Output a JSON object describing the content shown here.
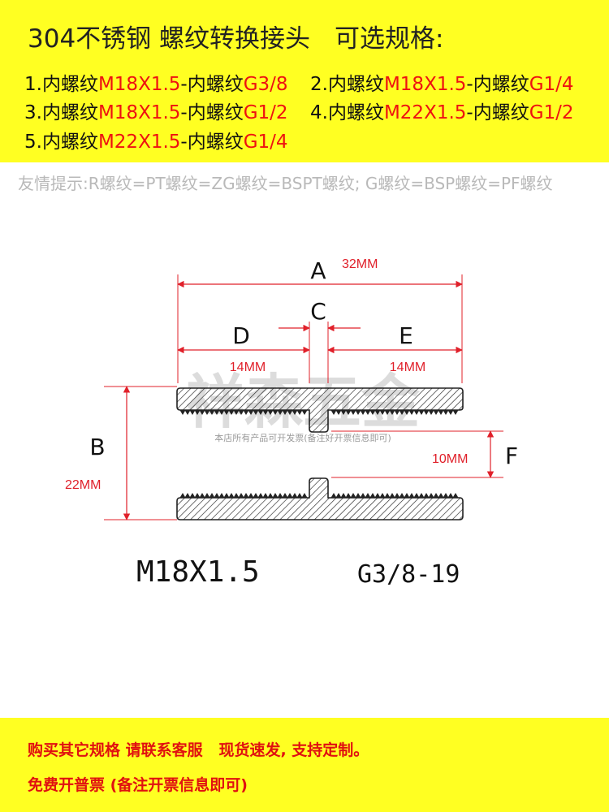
{
  "header": {
    "product_title": "304不锈钢 螺纹转换接头",
    "options_title": "可选规格:"
  },
  "specs": [
    {
      "index": "1.",
      "type1": "内螺纹",
      "thread1": "M18X1.5",
      "sep": "-",
      "type2": "内螺纹",
      "thread2": "G3/8"
    },
    {
      "index": "2.",
      "type1": "内螺纹",
      "thread1": "M18X1.5",
      "sep": "-",
      "type2": "内螺纹",
      "thread2": "G1/4"
    },
    {
      "index": "3.",
      "type1": "内螺纹",
      "thread1": "M18X1.5",
      "sep": "-",
      "type2": "内螺纹",
      "thread2": "G1/2"
    },
    {
      "index": "4.",
      "type1": "内螺纹",
      "thread1": "M22X1.5",
      "sep": "-",
      "type2": "内螺纹",
      "thread2": "G1/2"
    },
    {
      "index": "5.",
      "type1": "内螺纹",
      "thread1": "M22X1.5",
      "sep": "-",
      "type2": "内螺纹",
      "thread2": "G1/4"
    }
  ],
  "tip": "友情提示:R螺纹=PT螺纹=ZG螺纹=BSPT螺纹; G螺纹=BSP螺纹=PF螺纹",
  "diagram": {
    "label_a": "A",
    "value_a": "32MM",
    "label_c": "C",
    "label_d": "D",
    "value_d": "14MM",
    "label_e": "E",
    "value_e": "14MM",
    "label_b": "B",
    "value_b": "22MM",
    "label_f": "F",
    "value_f": "10MM",
    "watermark": "祥森五金",
    "watermark_note": "本店所有产品可开发票(备注好开票信息即可)"
  },
  "model": {
    "left_thread": "M18X1.5",
    "right_thread": "G3/8-19"
  },
  "footer": {
    "line1": "购买其它规格 请联系客服   现货速发, 支持定制。",
    "line2": "免费开普票 (备注开票信息即可)"
  },
  "colors": {
    "banner": "#ffff22",
    "accent_red": "#ee1111",
    "dimension_red": "#e0202a"
  }
}
